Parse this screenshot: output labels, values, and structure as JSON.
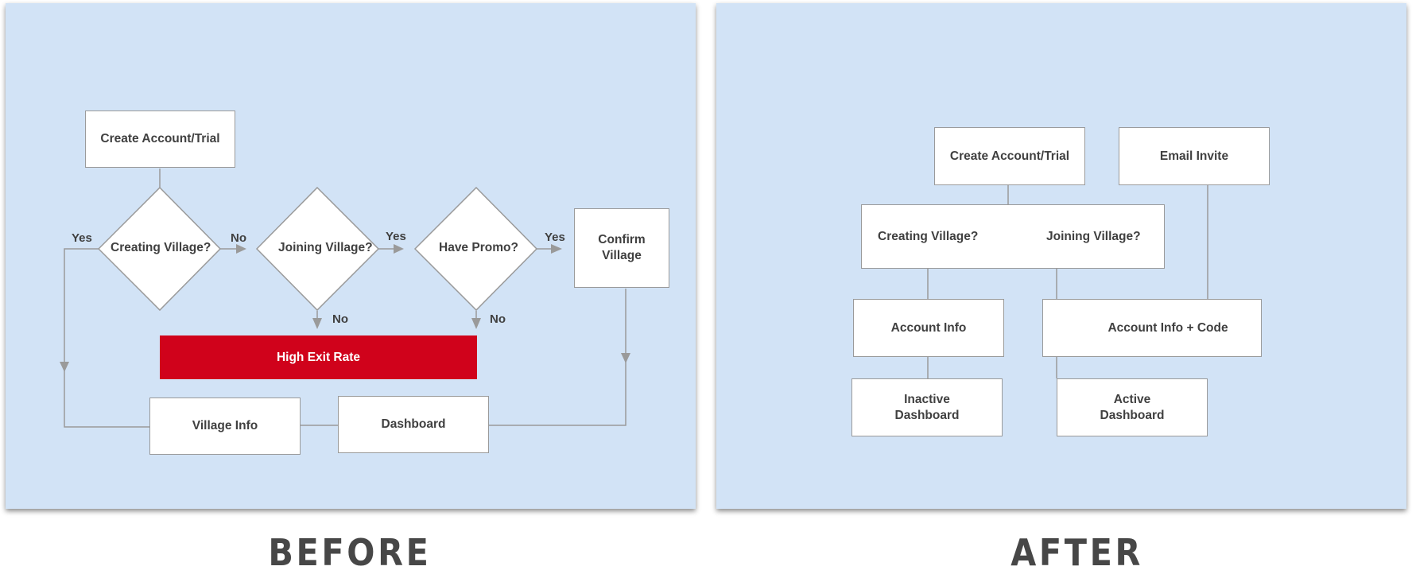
{
  "before": {
    "caption": "BEFORE",
    "nodes": {
      "create_account": "Create Account/Trial",
      "creating_village": "Creating Village?",
      "joining_village": "Joining Village?",
      "have_promo": "Have Promo?",
      "confirm_village_line1": "Confirm",
      "confirm_village_line2": "Village",
      "high_exit_rate": "High Exit Rate",
      "village_info": "Village Info",
      "dashboard": "Dashboard"
    },
    "edge_labels": {
      "creating_yes": "Yes",
      "creating_no": "No",
      "joining_yes": "Yes",
      "joining_no": "No",
      "promo_yes": "Yes",
      "promo_no": "No"
    }
  },
  "after": {
    "caption": "AFTER",
    "nodes": {
      "create_account": "Create Account/Trial",
      "email_invite": "Email Invite",
      "creating_village": "Creating Village?",
      "joining_village": "Joining Village?",
      "account_info": "Account Info",
      "account_info_code": "Account Info + Code",
      "inactive_dashboard_line1": "Inactive",
      "inactive_dashboard_line2": "Dashboard",
      "active_dashboard_line1": "Active",
      "active_dashboard_line2": "Dashboard"
    }
  },
  "colors": {
    "panel_background": "#d2e3f6",
    "node_border": "#9a9a9a",
    "connector": "#9a9a9a",
    "exit_bar": "#d0021b",
    "text": "#404040"
  }
}
